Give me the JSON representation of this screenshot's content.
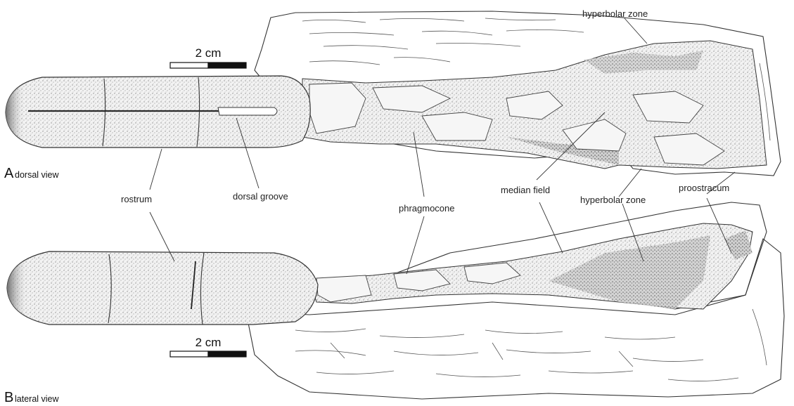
{
  "panels": [
    {
      "letter": "A",
      "subtitle": "dorsal view"
    },
    {
      "letter": "B",
      "subtitle": "lateral view"
    }
  ],
  "scale_bars": [
    {
      "label": "2 cm"
    },
    {
      "label": "2 cm"
    }
  ],
  "labels": {
    "hyperbolar_zone_top": "hyperbolar zone",
    "rostrum": "rostrum",
    "dorsal_groove": "dorsal groove",
    "phragmocone": "phragmocone",
    "median_field": "median field",
    "hyperbolar_zone_mid": "hyperbolar zone",
    "proostracum": "proostracum"
  },
  "colors": {
    "ink": "#222222",
    "stipple": "#9a9a9a",
    "background": "#ffffff"
  }
}
